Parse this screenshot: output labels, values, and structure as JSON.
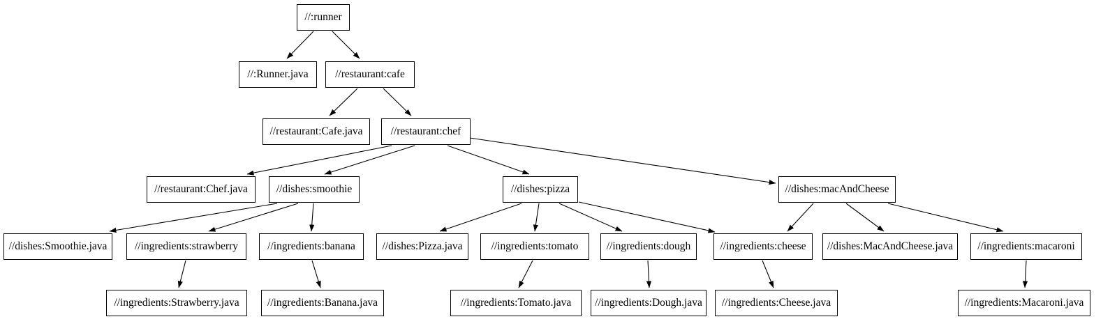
{
  "graph": {
    "type": "dependency-graph",
    "colors": {
      "background": "#ffffff",
      "node_border": "#000000",
      "node_fill": "#ffffff",
      "edge": "#000000",
      "text": "#000000"
    },
    "nodes": {
      "runner": "//:runner",
      "runner_java": "//:Runner.java",
      "cafe": "//restaurant:cafe",
      "cafe_java": "//restaurant:Cafe.java",
      "chef": "//restaurant:chef",
      "chef_java": "//restaurant:Chef.java",
      "smoothie": "//dishes:smoothie",
      "pizza": "//dishes:pizza",
      "mac": "//dishes:macAndCheese",
      "smoothie_java": "//dishes:Smoothie.java",
      "strawberry": "//ingredients:strawberry",
      "banana": "//ingredients:banana",
      "pizza_java": "//dishes:Pizza.java",
      "tomato": "//ingredients:tomato",
      "dough": "//ingredients:dough",
      "cheese": "//ingredients:cheese",
      "mac_java": "//dishes:MacAndCheese.java",
      "macaroni": "//ingredients:macaroni",
      "strawberry_java": "//ingredients:Strawberry.java",
      "banana_java": "//ingredients:Banana.java",
      "tomato_java": "//ingredients:Tomato.java",
      "dough_java": "//ingredients:Dough.java",
      "cheese_java": "//ingredients:Cheese.java",
      "macaroni_java": "//ingredients:Macaroni.java"
    },
    "edges": [
      {
        "from": "runner",
        "to": "runner_java"
      },
      {
        "from": "runner",
        "to": "cafe"
      },
      {
        "from": "cafe",
        "to": "cafe_java"
      },
      {
        "from": "cafe",
        "to": "chef"
      },
      {
        "from": "chef",
        "to": "chef_java"
      },
      {
        "from": "chef",
        "to": "smoothie"
      },
      {
        "from": "chef",
        "to": "pizza"
      },
      {
        "from": "chef",
        "to": "mac"
      },
      {
        "from": "smoothie",
        "to": "smoothie_java"
      },
      {
        "from": "smoothie",
        "to": "strawberry"
      },
      {
        "from": "smoothie",
        "to": "banana"
      },
      {
        "from": "strawberry",
        "to": "strawberry_java"
      },
      {
        "from": "banana",
        "to": "banana_java"
      },
      {
        "from": "pizza",
        "to": "pizza_java"
      },
      {
        "from": "pizza",
        "to": "tomato"
      },
      {
        "from": "pizza",
        "to": "dough"
      },
      {
        "from": "pizza",
        "to": "cheese"
      },
      {
        "from": "tomato",
        "to": "tomato_java"
      },
      {
        "from": "dough",
        "to": "dough_java"
      },
      {
        "from": "cheese",
        "to": "cheese_java"
      },
      {
        "from": "mac",
        "to": "cheese"
      },
      {
        "from": "mac",
        "to": "mac_java"
      },
      {
        "from": "mac",
        "to": "macaroni"
      },
      {
        "from": "macaroni",
        "to": "macaroni_java"
      }
    ]
  }
}
